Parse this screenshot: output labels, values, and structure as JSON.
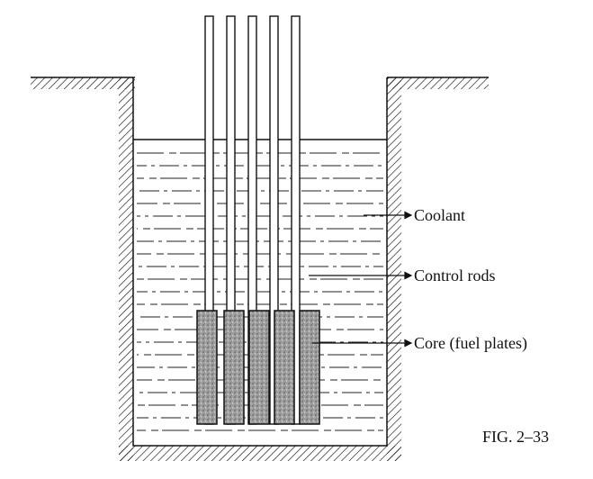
{
  "labels": {
    "coolant": "Coolant",
    "control_rods": "Control rods",
    "core": "Core (fuel plates)"
  },
  "figure_caption": "FIG. 2–33",
  "colors": {
    "ink": "#111111",
    "fuel_fill": "#9a9a9a",
    "background": "#ffffff"
  }
}
